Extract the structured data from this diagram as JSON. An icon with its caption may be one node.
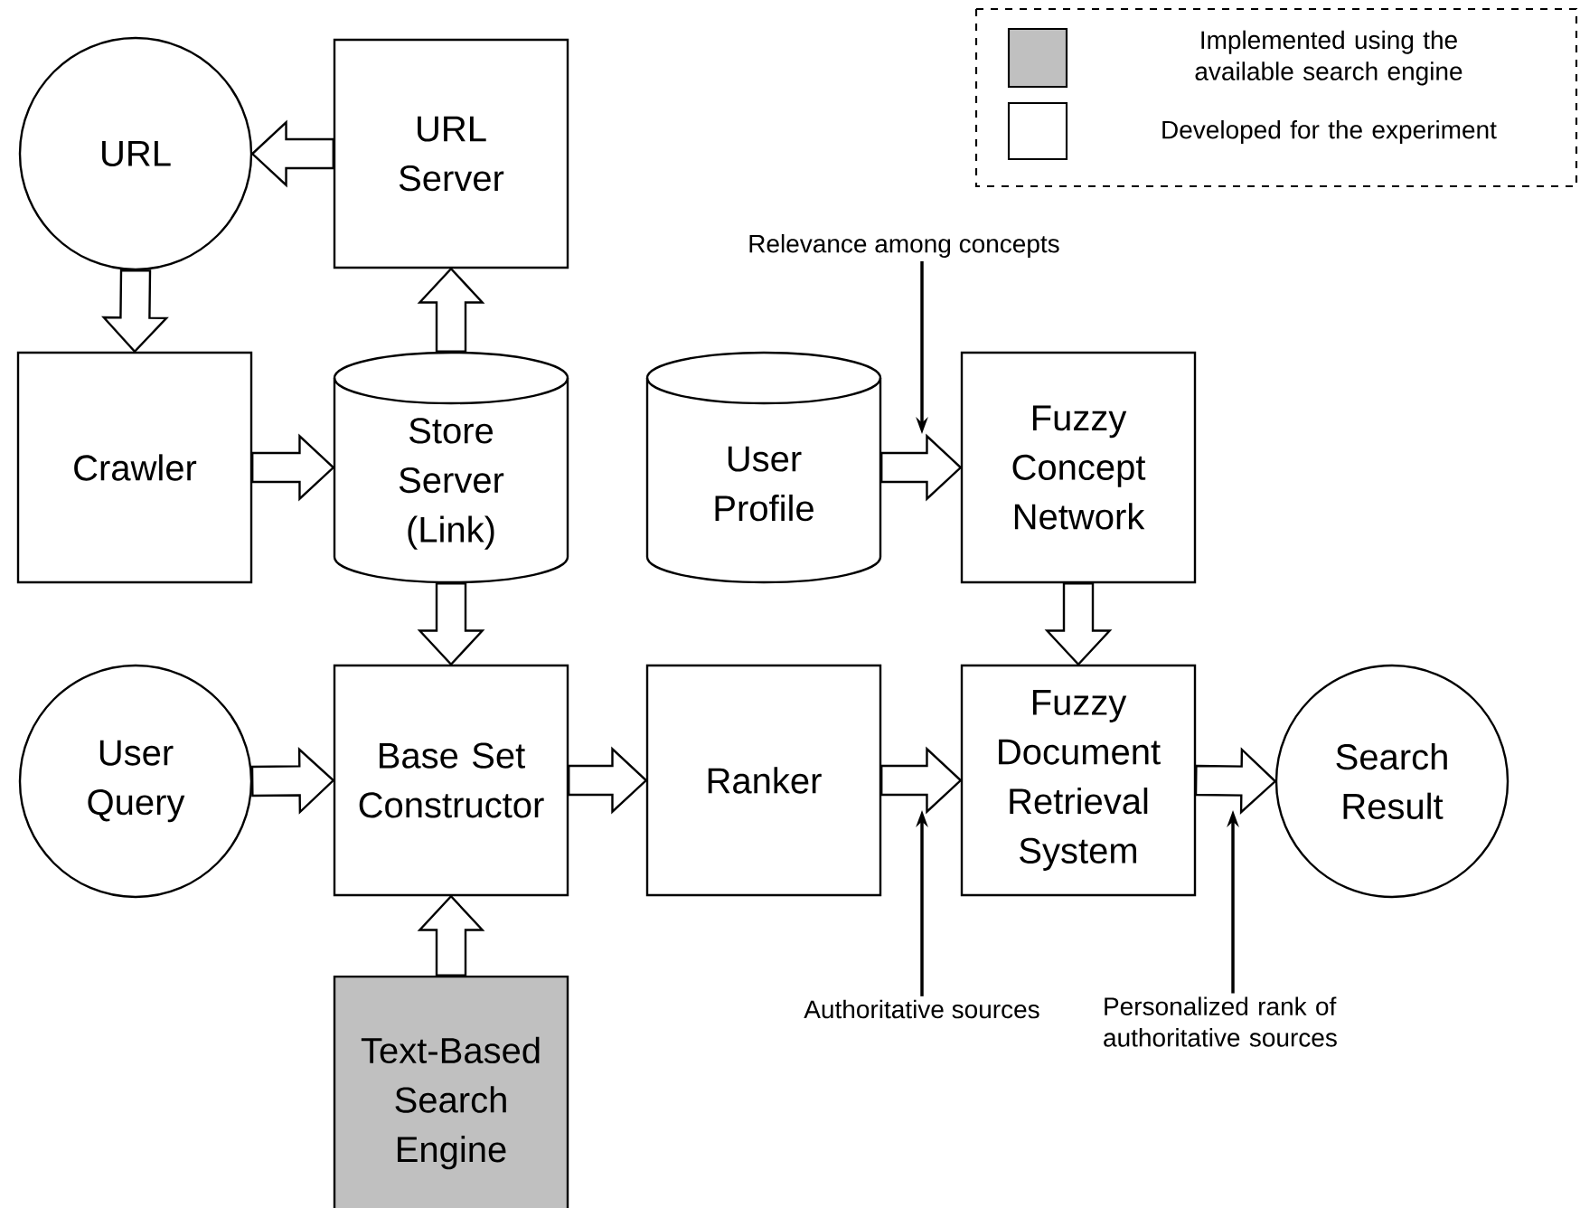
{
  "diagram": {
    "nodes": [
      {
        "text": [
          "URL"
        ]
      },
      {
        "text": [
          "URL Server"
        ]
      },
      {
        "text": [
          "Crawler"
        ]
      },
      {
        "text": [
          "Store Server (Link)"
        ]
      },
      {
        "text": [
          "User Profile"
        ]
      },
      {
        "text": [
          "Fuzzy Concept Network"
        ]
      },
      {
        "text": [
          "User Query"
        ]
      },
      {
        "text": [
          "Base Set Constructor"
        ]
      },
      {
        "text": [
          "Ranker"
        ]
      },
      {
        "text": [
          "Fuzzy Document Retrieval System"
        ]
      },
      {
        "text": [
          "Search Result"
        ]
      },
      {
        "text": [
          "Text-Based Search Engine"
        ]
      },
      {
        "text": [
          "Relevance among concepts"
        ]
      },
      {
        "text": [
          "Authoritative sources"
        ]
      },
      {
        "text": [
          "Personalized rank of authoritative sources"
        ]
      }
    ],
    "edges": [
      {
        "from": 1,
        "to": 0,
        "arrow": "to"
      },
      {
        "from": 0,
        "to": 2,
        "arrow": "to"
      },
      {
        "from": 2,
        "to": 3,
        "arrow": "to"
      },
      {
        "from": 3,
        "to": 1,
        "arrow": "to"
      },
      {
        "from": 4,
        "to": 5,
        "arrow": "to"
      },
      {
        "from": 3,
        "to": 7,
        "arrow": "to"
      },
      {
        "from": 5,
        "to": 9,
        "arrow": "to"
      },
      {
        "from": 6,
        "to": 7,
        "arrow": "to"
      },
      {
        "from": 7,
        "to": 8,
        "arrow": "to"
      },
      {
        "from": 8,
        "to": 9,
        "arrow": "to"
      },
      {
        "from": 9,
        "to": 10,
        "arrow": "to"
      },
      {
        "from": 11,
        "to": 7,
        "arrow": "to"
      },
      {
        "from": 12,
        "to": null,
        "arrow": "to"
      },
      {
        "from": 13,
        "to": null,
        "arrow": "to"
      },
      {
        "from": 14,
        "to": null,
        "arrow": "to"
      }
    ],
    "legend": [
      {
        "text": "Implemented using the available search engine",
        "color": "#c0c0c0"
      },
      {
        "text": "Developed for the experiment"
      }
    ]
  }
}
